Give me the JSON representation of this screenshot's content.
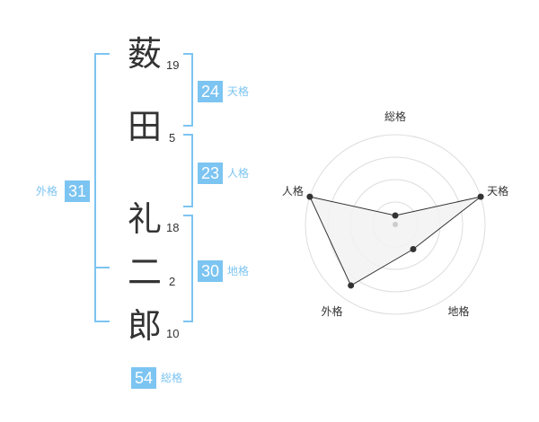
{
  "name": {
    "chars": [
      {
        "char": "薮",
        "strokes": "19"
      },
      {
        "char": "田",
        "strokes": "5"
      },
      {
        "char": "礼",
        "strokes": "18"
      },
      {
        "char": "二",
        "strokes": "2"
      },
      {
        "char": "郎",
        "strokes": "10"
      }
    ]
  },
  "scores": {
    "tenkaku": {
      "value": "24",
      "label": "天格"
    },
    "jinkaku": {
      "value": "23",
      "label": "人格"
    },
    "chikaku": {
      "value": "30",
      "label": "地格"
    },
    "gaikaku": {
      "value": "31",
      "label": "外格"
    },
    "soukaku": {
      "value": "54",
      "label": "総格"
    }
  },
  "radar": {
    "axes": [
      "総格",
      "天格",
      "地格",
      "外格",
      "人格"
    ],
    "levels": 4,
    "values": [
      0.1,
      1.0,
      0.34,
      0.84,
      1.0
    ],
    "colors": {
      "ring": "#dddddd",
      "fill": "#f2f2f2",
      "line": "#333333",
      "dot": "#333333",
      "center": "#cccccc"
    }
  },
  "colors": {
    "accent": "#7cc4f1",
    "text": "#333333"
  }
}
